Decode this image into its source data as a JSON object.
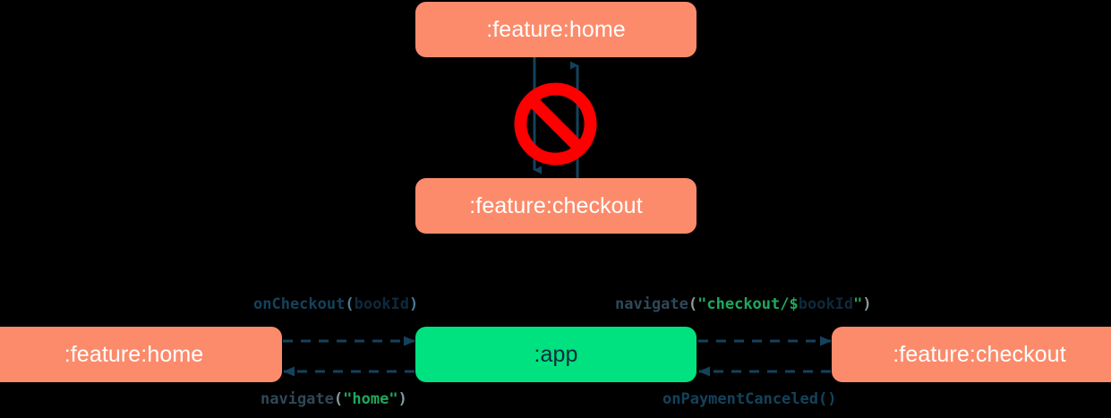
{
  "diagram": {
    "title": "Module navigation diagram",
    "colors": {
      "background": "#000000",
      "feature_module": "#FC8B6B",
      "app_module": "#00E17F",
      "arrow": "#14425C",
      "forbidden": "#FF0000",
      "string_literal": "#1FA85C",
      "identifier": "#0E2A3C",
      "paren": "#8A9AA3"
    },
    "top_section": {
      "nodes": [
        {
          "id": "home-top",
          "label": ":feature:home",
          "type": "feature"
        },
        {
          "id": "checkout-top",
          "label": ":feature:checkout",
          "type": "feature"
        }
      ],
      "edges": [
        {
          "from": "home-top",
          "to": "checkout-top",
          "direction": "down",
          "style": "solid"
        },
        {
          "from": "checkout-top",
          "to": "home-top",
          "direction": "up",
          "style": "solid"
        }
      ],
      "badge": {
        "name": "no-entry-sign",
        "meaning": "forbidden dependency"
      }
    },
    "bottom_section": {
      "nodes": [
        {
          "id": "home-bottom",
          "label": ":feature:home",
          "type": "feature"
        },
        {
          "id": "app",
          "label": ":app",
          "type": "app"
        },
        {
          "id": "checkout-bottom",
          "label": ":feature:checkout",
          "type": "feature"
        }
      ],
      "edges": [
        {
          "id": "home-to-app",
          "from": "home-bottom",
          "to": "app",
          "direction": "right",
          "style": "dashed",
          "label_plain": "onCheckout(bookId)",
          "tokens": [
            {
              "text": "onCheckout",
              "kind": "fn"
            },
            {
              "text": "(",
              "kind": "paren"
            },
            {
              "text": "bookId",
              "kind": "ident"
            },
            {
              "text": ")",
              "kind": "paren"
            }
          ]
        },
        {
          "id": "app-to-checkout",
          "from": "app",
          "to": "checkout-bottom",
          "direction": "right",
          "style": "dashed",
          "label_plain": "navigate(\"checkout/$bookId\")",
          "tokens": [
            {
              "text": "navigate",
              "kind": "fn2"
            },
            {
              "text": "(",
              "kind": "paren-gray"
            },
            {
              "text": "\"checkout/$",
              "kind": "str"
            },
            {
              "text": "bookId",
              "kind": "ident"
            },
            {
              "text": "\"",
              "kind": "str"
            },
            {
              "text": ")",
              "kind": "paren-gray"
            }
          ]
        },
        {
          "id": "app-to-home",
          "from": "app",
          "to": "home-bottom",
          "direction": "left",
          "style": "dashed",
          "label_plain": "navigate(\"home\")",
          "tokens": [
            {
              "text": "navigate",
              "kind": "fn2"
            },
            {
              "text": "(",
              "kind": "paren-gray"
            },
            {
              "text": "\"home\"",
              "kind": "str"
            },
            {
              "text": ")",
              "kind": "paren-gray"
            }
          ]
        },
        {
          "id": "checkout-to-app",
          "from": "checkout-bottom",
          "to": "app",
          "direction": "left",
          "style": "dashed",
          "label_plain": "onPaymentCanceled()",
          "tokens": [
            {
              "text": "onPaymentCanceled()",
              "kind": "fn"
            }
          ]
        }
      ]
    }
  }
}
